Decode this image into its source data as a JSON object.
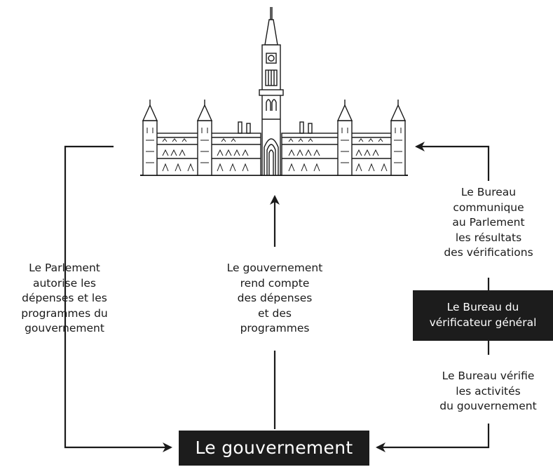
{
  "nodes": {
    "government": "Le gouvernement",
    "auditor_general_office": "Le Bureau du\nvérificateur général",
    "parliament_icon": "parliament-building-icon"
  },
  "edges": {
    "parliament_authorizes": "Le Parlement\nautorise les\ndépenses et les\nprogrammes du\ngouvernement",
    "government_accounts": "Le gouvernement\nrend compte\ndes dépenses\net des\nprogrammes",
    "office_reports": "Le Bureau\ncommunique\nau Parlement\nles résultats\ndes vérifications",
    "office_audits": "Le Bureau vérifie\nles activités\ndu gouvernement"
  },
  "colors": {
    "ink": "#1a1a1a",
    "box_fill": "#1c1c1c",
    "box_text": "#ffffff"
  }
}
